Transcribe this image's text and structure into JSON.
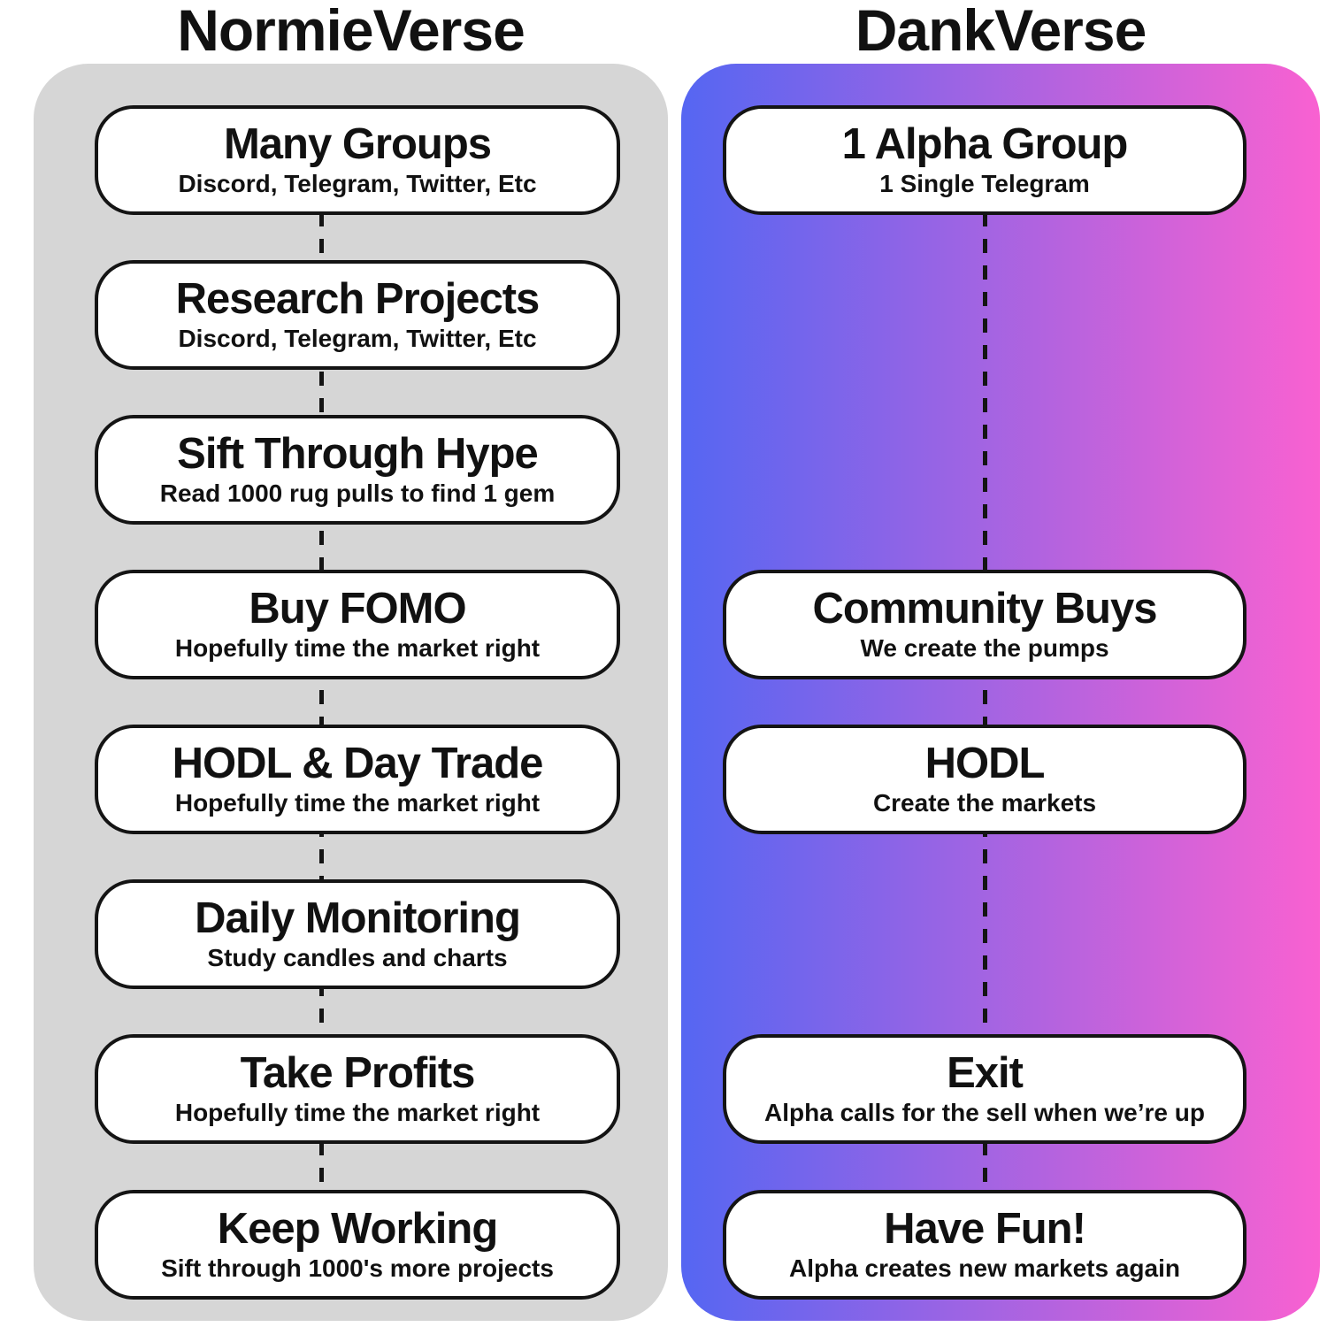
{
  "colors": {
    "page_bg": "#ffffff",
    "normie_panel": "#d6d6d6",
    "dank_gradient_start": "#5566f2",
    "dank_gradient_end": "#f961d1",
    "box_bg": "#ffffff",
    "box_border": "#141414",
    "text": "#111111"
  },
  "columns": {
    "normie": {
      "title": "NormieVerse",
      "boxes": [
        {
          "title": "Many Groups",
          "subtitle": "Discord, Telegram, Twitter, Etc"
        },
        {
          "title": "Research Projects",
          "subtitle": "Discord, Telegram, Twitter, Etc"
        },
        {
          "title": "Sift Through Hype",
          "subtitle": "Read 1000 rug pulls to find 1 gem"
        },
        {
          "title": "Buy FOMO",
          "subtitle": "Hopefully time the market right"
        },
        {
          "title": "HODL & Day Trade",
          "subtitle": "Hopefully time the market right"
        },
        {
          "title": "Daily Monitoring",
          "subtitle": "Study candles and charts"
        },
        {
          "title": "Take Profits",
          "subtitle": "Hopefully time the market right"
        },
        {
          "title": "Keep Working",
          "subtitle": "Sift through 1000's more projects"
        }
      ]
    },
    "dank": {
      "title": "DankVerse",
      "boxes": [
        {
          "title": "1 Alpha Group",
          "subtitle": "1 Single Telegram"
        },
        {
          "title": "Community Buys",
          "subtitle": "We create the pumps"
        },
        {
          "title": "HODL",
          "subtitle": "Create the markets"
        },
        {
          "title": "Exit",
          "subtitle": "Alpha calls for the sell when we’re up"
        },
        {
          "title": "Have Fun!",
          "subtitle": "Alpha creates new markets again"
        }
      ]
    }
  }
}
